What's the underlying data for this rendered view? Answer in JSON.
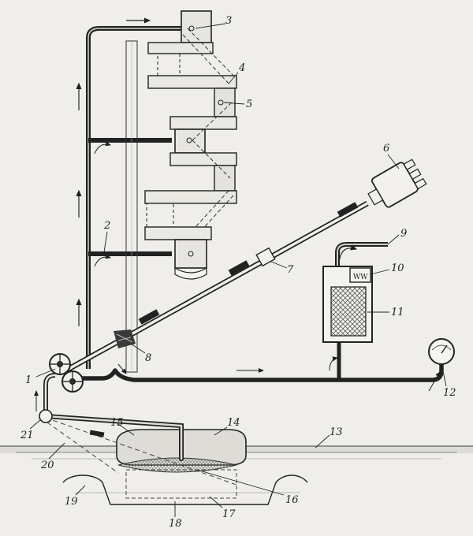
{
  "colors": {
    "paper": "#efeeea",
    "ink": "#1f1f1f",
    "fluid": "#c9c8c3",
    "hatch": "#6a6a6a"
  },
  "callouts": {
    "c1": "1",
    "c2": "2",
    "c3": "3",
    "c4": "4",
    "c5": "5",
    "c6": "6",
    "c7": "7",
    "c8": "8",
    "c9": "9",
    "c10": "10",
    "c11": "11",
    "c12": "12",
    "c13": "13",
    "c14": "14",
    "c15": "15",
    "c16": "16",
    "c17": "17",
    "c18": "18",
    "c19": "19",
    "c20": "20",
    "c21": "21"
  },
  "relief_valve_marking": "WW",
  "icons": [
    "flow-arrow-icon",
    "pressure-gauge-icon",
    "gear-pump-icon",
    "filter-element-icon"
  ]
}
